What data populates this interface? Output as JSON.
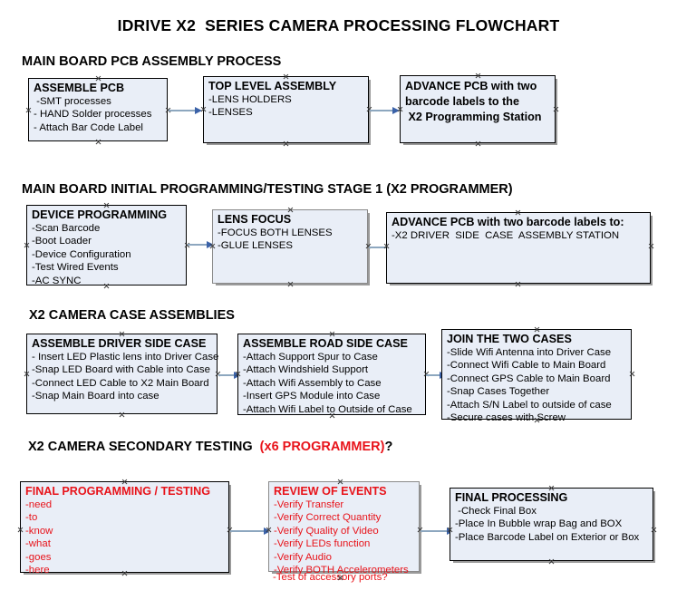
{
  "title": "IDRIVE X2  SERIES CAMERA PROCESSING FLOWCHART",
  "colors": {
    "box_fill": "#e9eef7",
    "box_border": "#000000",
    "arrow_shaft": "#8da7bf",
    "arrow_head": "#3b62a8",
    "red_text": "#e8131a",
    "black_text": "#000000",
    "background": "#ffffff"
  },
  "sections": [
    {
      "heading": "MAIN BOARD PCB ASSEMBLY PROCESS",
      "heading_accent": "",
      "heading_tail": "",
      "boxes": [
        {
          "title": "ASSEMBLE PCB",
          "lines": [
            " -SMT processes",
            "- HAND Solder processes",
            "- Attach Bar Code Label"
          ]
        },
        {
          "title": "TOP LEVEL ASSEMBLY",
          "lines": [
            "-LENS HOLDERS",
            "-LENSES"
          ]
        },
        {
          "title": "ADVANCE PCB with two\nbarcode labels to the\n X2 Programming Station",
          "lines": []
        }
      ]
    },
    {
      "heading": "MAIN BOARD INITIAL PROGRAMMING/TESTING STAGE 1 (X2 PROGRAMMER)",
      "heading_accent": "",
      "heading_tail": "",
      "boxes": [
        {
          "title": "DEVICE PROGRAMMING",
          "lines": [
            "-Scan Barcode",
            "-Boot Loader",
            "-Device Configuration",
            "-Test Wired Events",
            "-AC SYNC"
          ]
        },
        {
          "title": "LENS FOCUS",
          "lines": [
            "-FOCUS BOTH LENSES",
            "-GLUE LENSES"
          ]
        },
        {
          "title": "ADVANCE PCB with two barcode labels to:",
          "lines": [
            "-X2 DRIVER  SIDE  CASE  ASSEMBLY STATION"
          ]
        }
      ]
    },
    {
      "heading": "X2 CAMERA CASE ASSEMBLIES",
      "heading_accent": "",
      "heading_tail": "",
      "boxes": [
        {
          "title": "ASSEMBLE DRIVER SIDE CASE",
          "lines": [
            "- Insert LED Plastic lens into Driver Case",
            "-Snap LED Board with Cable into Case",
            "-Connect LED Cable to X2 Main Board",
            "-Snap Main Board into case"
          ]
        },
        {
          "title": "ASSEMBLE ROAD SIDE CASE",
          "lines": [
            "-Attach Support Spur to Case",
            "-Attach Windshield Support",
            "-Attach Wifi Assembly to Case",
            "-Insert GPS Module into Case",
            "-Attach Wifi Label to Outside of Case"
          ]
        },
        {
          "title": "JOIN THE TWO CASES",
          "lines": [
            "-Slide Wifi Antenna into Driver Case",
            "-Connect Wifi Cable to Main Board",
            "-Connect GPS Cable to Main Board",
            "-Snap Cases Together",
            "-Attach S/N Label to outside of case",
            "-Secure cases with Screw"
          ]
        }
      ]
    },
    {
      "heading": "X2 CAMERA SECONDARY TESTING  ",
      "heading_accent": "(x6 PROGRAMMER)",
      "heading_tail": "?",
      "boxes": [
        {
          "title": "FINAL PROGRAMMING / TESTING",
          "lines": [
            "-need",
            "-to",
            "-know",
            "-what",
            "-goes",
            "-here"
          ]
        },
        {
          "title": "REVIEW OF EVENTS",
          "lines": [
            "-Verify Transfer",
            "-Verify Correct Quantity",
            "-Verify Quality of Video",
            "-Verify LEDs function",
            "-Verify Audio",
            "-Verify BOTH Accelerometers"
          ],
          "overflow_line": "-Test of accessory ports?"
        },
        {
          "title": "FINAL PROCESSING",
          "lines": [
            " -Check Final Box",
            "-Place In Bubble wrap Bag and BOX",
            "-Place Barcode Label on Exterior or Box"
          ]
        }
      ]
    }
  ]
}
